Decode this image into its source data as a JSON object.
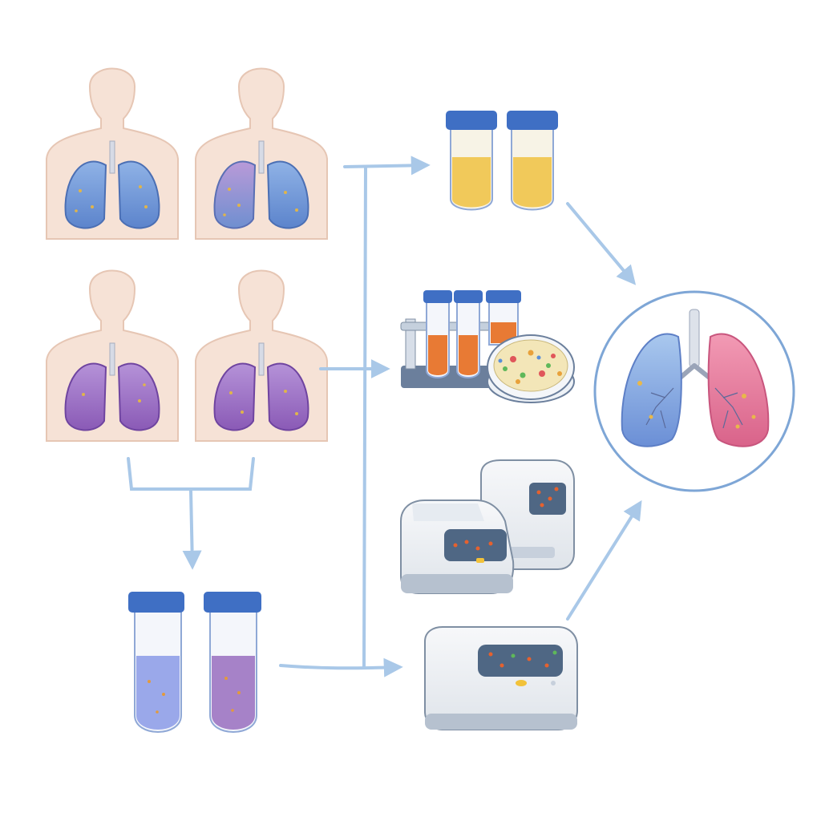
{
  "diagram": {
    "patients": [
      {
        "id": "patient-1",
        "lung_tone": "healthy-blue"
      },
      {
        "id": "patient-2",
        "lung_tone": "mixed-blue-pink"
      },
      {
        "id": "patient-3",
        "lung_tone": "purple"
      },
      {
        "id": "patient-4",
        "lung_tone": "purple"
      }
    ],
    "sample_tubes": [
      "blue-sample",
      "purple-sample"
    ],
    "processing_steps": [
      {
        "id": "sputum-samples",
        "icon": "specimen-cups-icon"
      },
      {
        "id": "culture",
        "icon": "test-tube-rack-and-petri-dish-icon"
      },
      {
        "id": "sequencers",
        "icon": "lab-instruments-icon"
      },
      {
        "id": "analyzer",
        "icon": "analyzer-machine-icon"
      }
    ],
    "outcome": {
      "icon": "lungs-in-circle-icon"
    }
  },
  "colors": {
    "arrow": "#a9c8e8",
    "skin": "#f6e2d6",
    "skin_outline": "#e6c6b4",
    "lung_blue": "#6d94d6",
    "lung_purple": "#9a6cc2",
    "lung_pink": "#e07a9a",
    "cap_blue": "#3f6fc4",
    "circle_outline": "#7ea6d6",
    "machine": "#eef1f5",
    "machine_dark": "#7f8fa3"
  }
}
